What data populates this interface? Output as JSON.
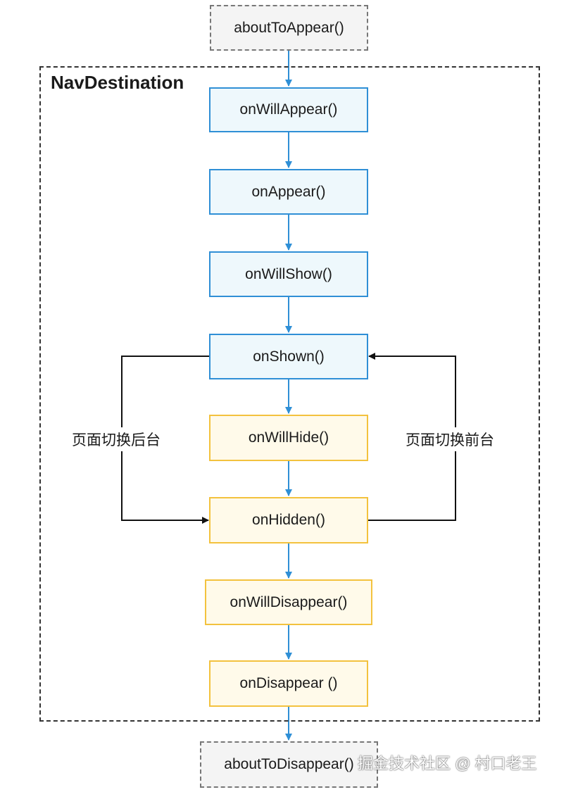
{
  "diagram": {
    "container_title": "NavDestination",
    "outer_top": "aboutToAppear()",
    "outer_bottom": "aboutToDisappear()",
    "steps": [
      {
        "label": "onWillAppear()"
      },
      {
        "label": "onAppear()"
      },
      {
        "label": "onWillShow()"
      },
      {
        "label": "onShown()"
      },
      {
        "label": "onWillHide()"
      },
      {
        "label": "onHidden()"
      },
      {
        "label": "onWillDisappear()"
      },
      {
        "label": "onDisappear ()"
      }
    ],
    "left_loop_label": "页面切换后台",
    "right_loop_label": "页面切换前台"
  },
  "watermark": "掘金技术社区 @ 村口老王",
  "colors": {
    "arrow_blue": "#2f8fd6",
    "arrow_black": "#111111",
    "blue_border": "#2f8fd6",
    "blue_fill": "#eef8fc",
    "yellow_border": "#f3c23e",
    "yellow_fill": "#fffaea"
  }
}
